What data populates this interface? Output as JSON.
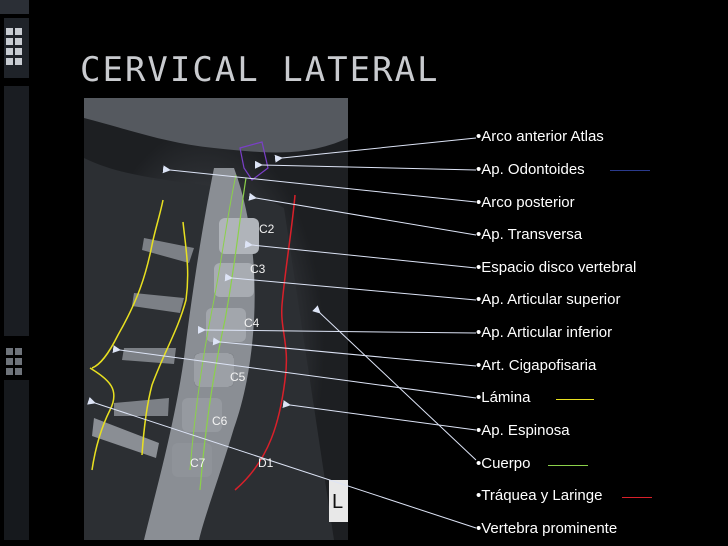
{
  "slide": {
    "title": "CERVICAL LATERAL",
    "image_caption": "L"
  },
  "vertebra_labels": [
    "C2",
    "C3",
    "C4",
    "C5",
    "C6",
    "C7",
    "D1"
  ],
  "items": [
    {
      "label": "•Arco anterior Atlas"
    },
    {
      "label": "•Ap. Odontoides",
      "swatch_color": "#2a3a8c"
    },
    {
      "label": "•Arco posterior"
    },
    {
      "label": "•Ap. Transversa"
    },
    {
      "label": "•Espacio disco vertebral"
    },
    {
      "label": "•Ap. Articular superior"
    },
    {
      "label": "•Ap. Articular inferior"
    },
    {
      "label": "•Art. Cigapofisaria"
    },
    {
      "label": "•Lámina",
      "swatch_color": "#e8e020"
    },
    {
      "label": "•Ap. Espinosa"
    },
    {
      "label": "•Cuerpo",
      "swatch_color": "#8bd14a"
    },
    {
      "label": "•Tráquea y Laringe",
      "swatch_color": "#d9202a"
    },
    {
      "label": "•Vertebra prominente"
    }
  ],
  "colors": {
    "background": "#000000",
    "title": "#c9cbcf",
    "arrow": "#dde4f6",
    "lamina_line": "#e8e020",
    "body_line": "#8bd14a",
    "trachea_line": "#d9202a",
    "odontoid_outline": "#7a3fc8"
  }
}
